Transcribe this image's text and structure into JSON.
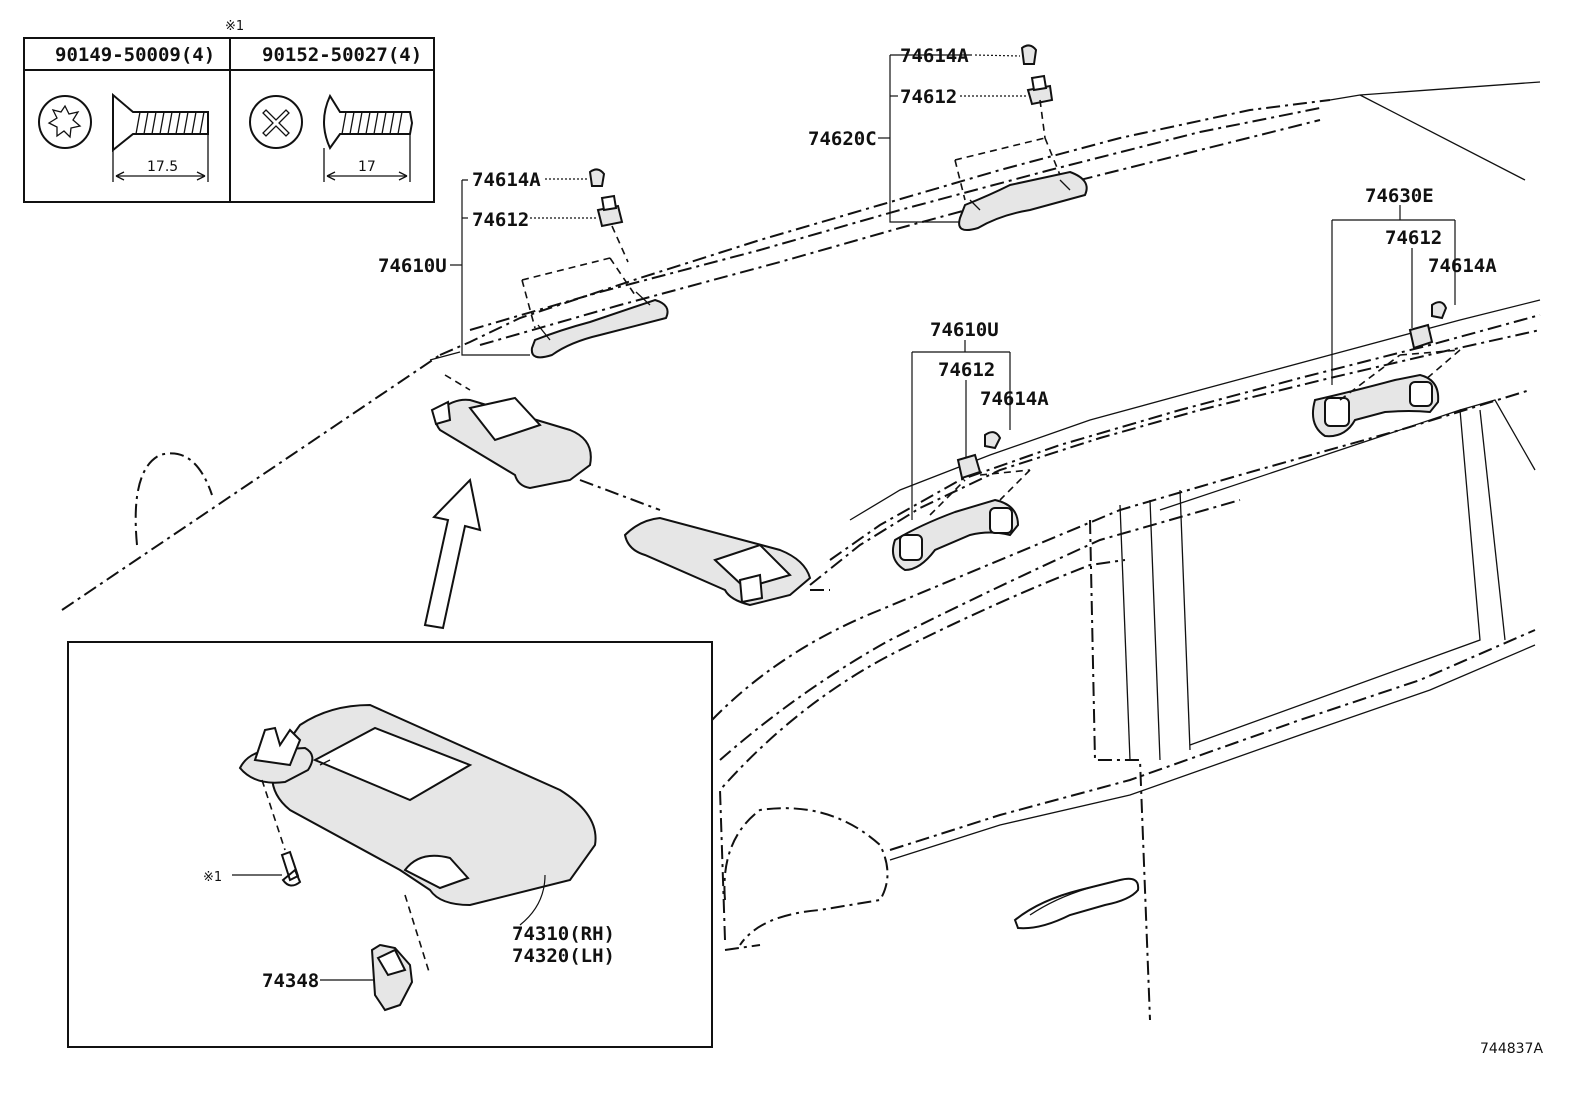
{
  "fastener_table": {
    "note_mark": "※1",
    "col1_part": "90149-50009(4)",
    "col1_length": "17.5",
    "col2_part": "90152-50027(4)",
    "col2_length": "17"
  },
  "callouts": {
    "grip_front_set": "74610U",
    "grip_front_clip_a": "74614A",
    "grip_front_clip": "74612",
    "grip_top_set": "74620C",
    "grip_top_clip_a": "74614A",
    "grip_top_clip": "74612",
    "grip_mid_set": "74610U",
    "grip_mid_clip": "74612",
    "grip_mid_clip_a": "74614A",
    "grip_rear_set": "74630E",
    "grip_rear_clip": "74612",
    "grip_rear_clip_a": "74614A",
    "visor_rh": "74310(RH)",
    "visor_lh": "74320(LH)",
    "visor_holder": "74348",
    "screw_note": "※1"
  },
  "diagram_id": "744837A",
  "icons": [
    "torx-screw-head-icon",
    "phillips-screw-head-icon",
    "screw-icon",
    "arrow-up-icon"
  ]
}
